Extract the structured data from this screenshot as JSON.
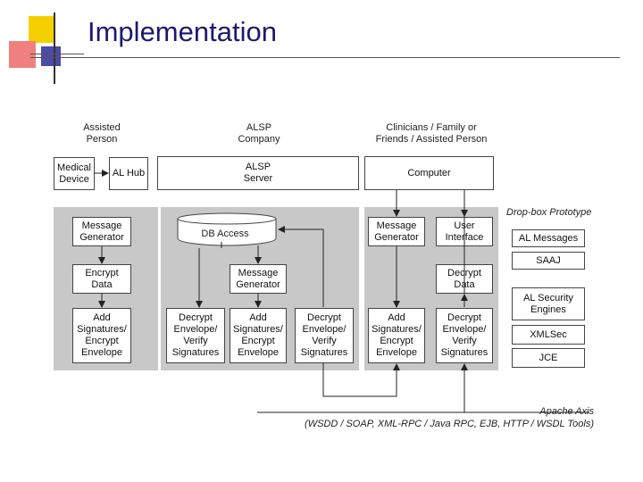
{
  "slide": {
    "title": "Implementation"
  },
  "headers": {
    "assisted_person": "Assisted\nPerson",
    "alsp_company": "ALSP\nCompany",
    "clinicians": "Clinicians / Family or\nFriends / Assisted Person"
  },
  "top_boxes": {
    "medical_device": "Medical\nDevice",
    "al_hub": "AL Hub",
    "alsp_server": "ALSP\nServer",
    "computer": "Computer"
  },
  "left_panel": {
    "message_generator": "Message\nGenerator",
    "encrypt_data": "Encrypt\nData",
    "add_signatures": "Add\nSignatures/\nEncrypt\nEnvelope"
  },
  "middle_panel": {
    "db_access": "DB Access",
    "message_generator": "Message\nGenerator",
    "decrypt_envelope_1": "Decrypt\nEnvelope/\nVerify\nSignatures",
    "add_signatures": "Add\nSignatures/\nEncrypt\nEnvelope",
    "decrypt_envelope_2": "Decrypt\nEnvelope/\nVerify\nSignatures"
  },
  "right_panel": {
    "message_generator": "Message\nGenerator",
    "user_interface": "User\nInterface",
    "decrypt_data": "Decrypt\nData",
    "add_signatures": "Add\nSignatures/\nEncrypt\nEnvelope",
    "decrypt_envelope": "Decrypt\nEnvelope/\nVerify\nSignatures"
  },
  "prototype": {
    "label": "Drop-box Prototype",
    "al_messages": "AL Messages",
    "saaj": "SAAJ",
    "al_security": "AL Security\nEngines",
    "xmlsec": "XMLSec",
    "jce": "JCE"
  },
  "footer": {
    "apache_axis": "Apache Axis",
    "tools": "(WSDD / SOAP, XML-RPC / Java RPC, EJB, HTTP / WSDL Tools)"
  },
  "colors": {
    "title": "#1a1a6e",
    "panel_gray": "#c8c8c8",
    "deco_yellow": "#f5d000",
    "deco_pink": "#f08080",
    "deco_blue": "#4a4aa8"
  }
}
